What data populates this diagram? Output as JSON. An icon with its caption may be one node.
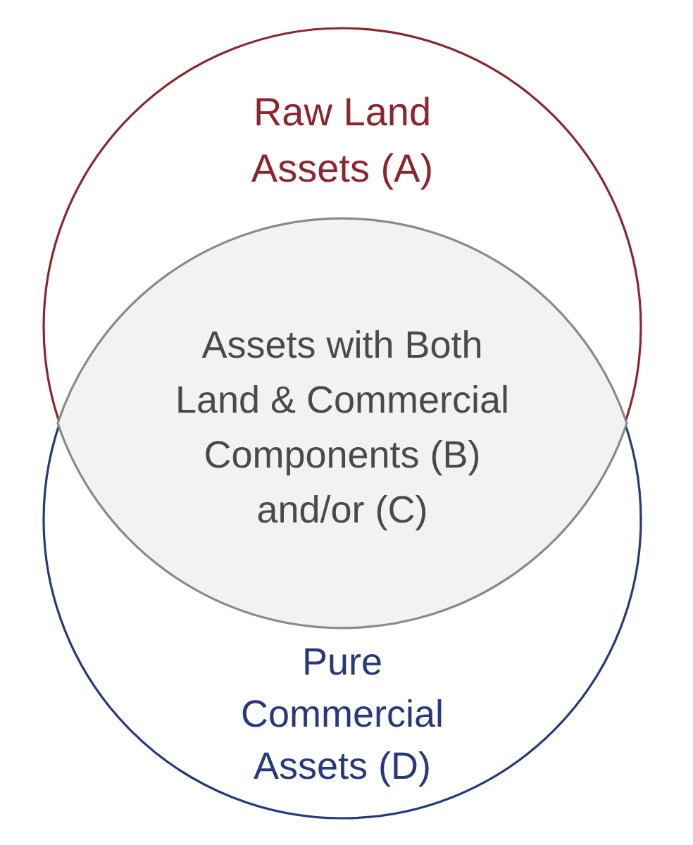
{
  "diagram": {
    "nodes": [
      {
        "text": [
          "Raw Land Assets (A)"
        ]
      },
      {
        "text": [
          "Assets with Both Land & Commercial Components (B) and/or (C)"
        ]
      },
      {
        "text": [
          "Pure Commercial Assets (D)"
        ]
      }
    ]
  }
}
